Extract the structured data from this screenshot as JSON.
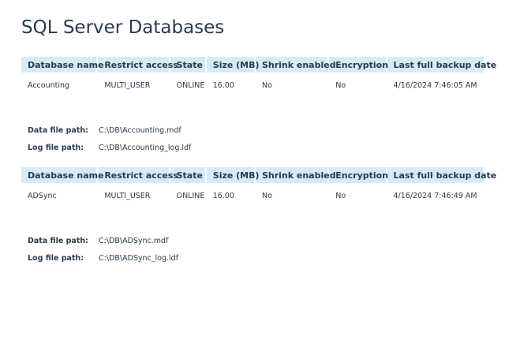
{
  "page": {
    "title": "SQL Server Databases"
  },
  "columns": [
    "Database name",
    "Restrict access",
    "State",
    "Size (MB)",
    "Shrink enabled",
    "Encryption",
    "Last full backup date"
  ],
  "databases": [
    {
      "name": "Accounting",
      "restrict_access": "MULTI_USER",
      "state": "ONLINE",
      "size_mb": "16.00",
      "shrink_enabled": "No",
      "encryption": "No",
      "last_full_backup": "4/16/2024 7:46:05 AM",
      "data_file_label": "Data file path:",
      "data_file_path": "C:\\DB\\Accounting.mdf",
      "log_file_label": "Log file path:",
      "log_file_path": "C:\\DB\\Accounting_log.ldf"
    },
    {
      "name": "ADSync",
      "restrict_access": "MULTI_USER",
      "state": "ONLINE",
      "size_mb": "16.00",
      "shrink_enabled": "No",
      "encryption": "No",
      "last_full_backup": "4/16/2024 7:46:49 AM",
      "data_file_label": "Data file path:",
      "data_file_path": "C:\\DB\\ADSync.mdf",
      "log_file_label": "Log file path:",
      "log_file_path": "C:\\DB\\ADSync_log.ldf"
    }
  ],
  "colors": {
    "header_background": "#d6ebf8",
    "text": "#2b3a4c"
  }
}
